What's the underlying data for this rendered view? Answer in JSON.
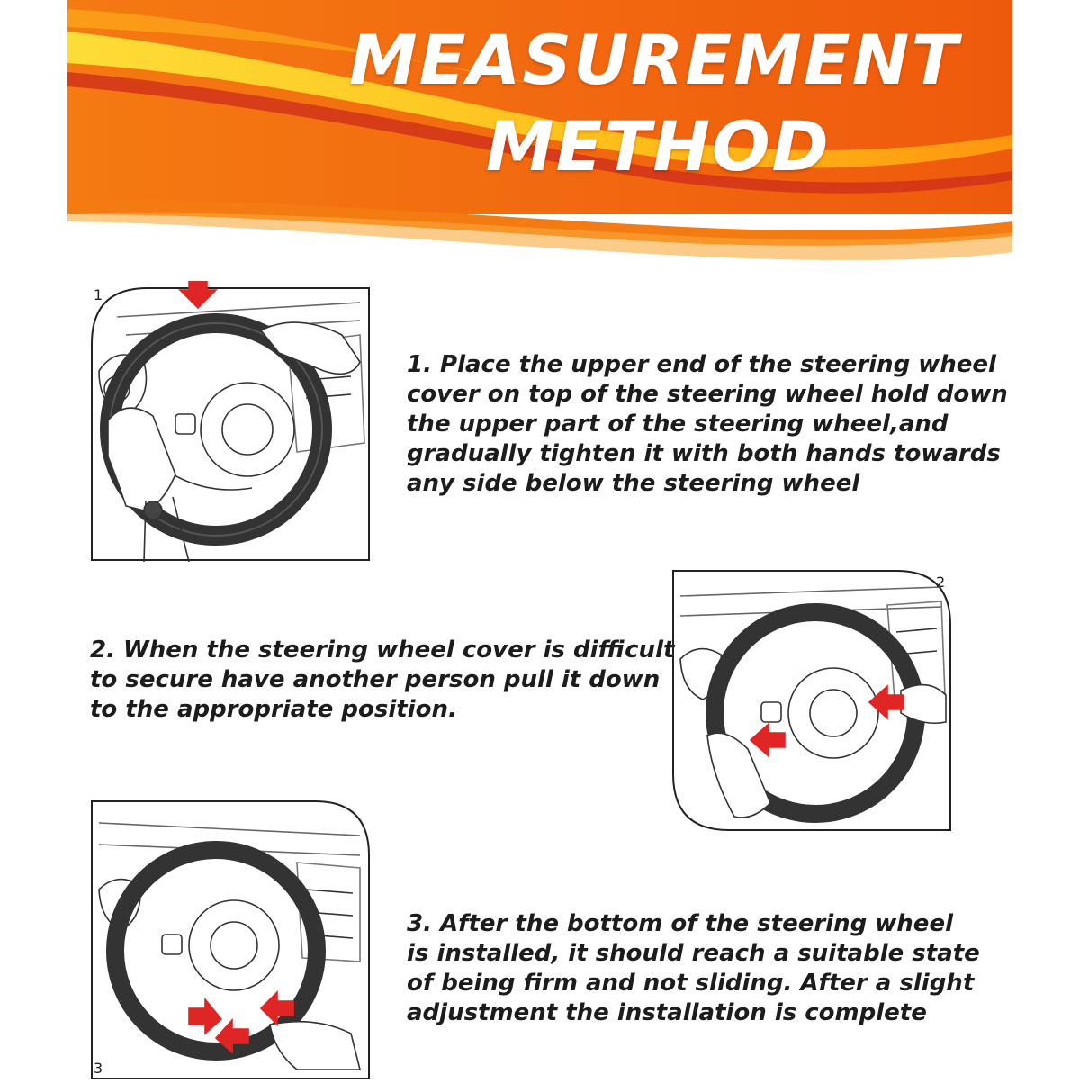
{
  "banner": {
    "title_line1": "MEASUREMENT",
    "title_line2": "METHOD",
    "colors": {
      "orange": "#f26b10",
      "deep_orange": "#e4500a",
      "yellow": "#ffd21a",
      "red": "#d02a12"
    }
  },
  "steps": [
    {
      "number": "1",
      "lines": [
        "1. Place the upper end of the steering wheel",
        "cover on top of the steering wheel hold down",
        "the upper part of the steering wheel,and",
        "gradually tighten it with both hands towards",
        "any side below the steering wheel"
      ]
    },
    {
      "number": "2",
      "lines": [
        "2. When the steering wheel cover is difficult",
        "to secure have another person pull it down",
        "to the appropriate position."
      ]
    },
    {
      "number": "3",
      "lines": [
        "3. After the bottom of the steering wheel",
        "is installed, it should reach a suitable state",
        "of being firm and not sliding. After a slight",
        "adjustment the installation is complete"
      ]
    }
  ],
  "accent_arrow_color": "#e02525"
}
